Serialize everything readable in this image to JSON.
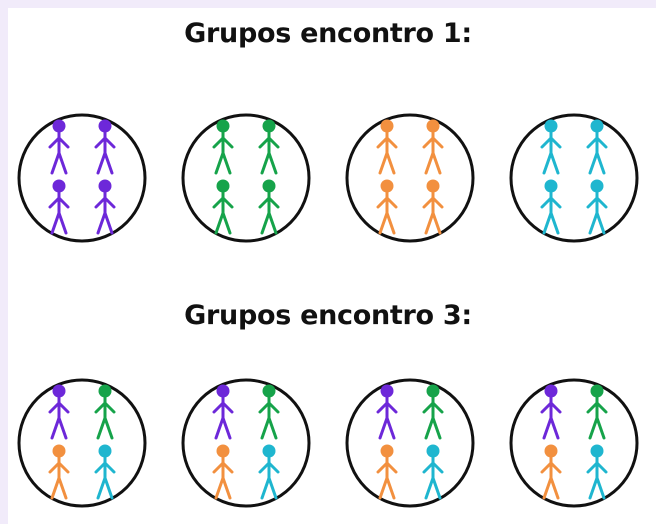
{
  "diagram": {
    "title_1": "Grupos encontro 1:",
    "title_2": "Grupos encontro 3:"
  },
  "colors": {
    "purple": "#6d28d9",
    "green": "#16a34a",
    "orange": "#f2903f",
    "cyan": "#1fb6cf"
  },
  "meetings": [
    {
      "groups": [
        [
          "purple",
          "purple",
          "purple",
          "purple"
        ],
        [
          "green",
          "green",
          "green",
          "green"
        ],
        [
          "orange",
          "orange",
          "orange",
          "orange"
        ],
        [
          "cyan",
          "cyan",
          "cyan",
          "cyan"
        ]
      ]
    },
    {
      "groups": [
        [
          "purple",
          "green",
          "orange",
          "cyan"
        ],
        [
          "purple",
          "green",
          "orange",
          "cyan"
        ],
        [
          "purple",
          "green",
          "orange",
          "cyan"
        ],
        [
          "purple",
          "green",
          "orange",
          "cyan"
        ]
      ]
    }
  ]
}
